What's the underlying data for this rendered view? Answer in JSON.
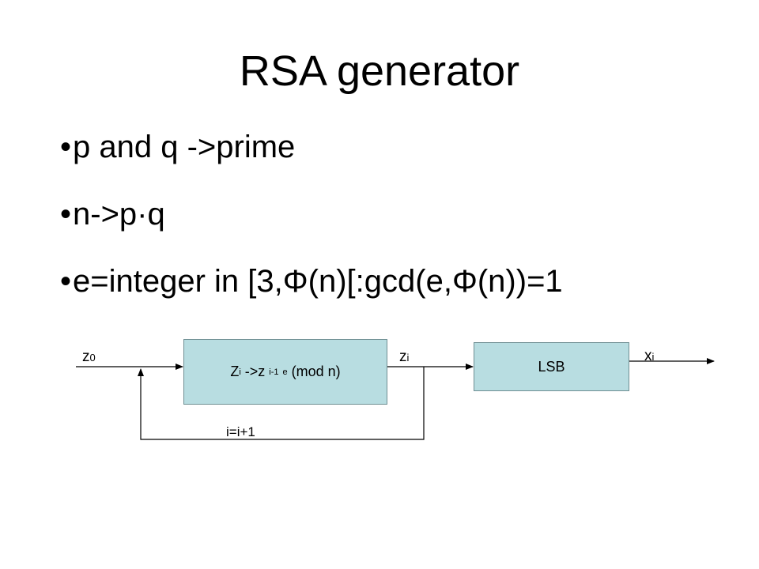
{
  "slide": {
    "title": "RSA generator",
    "bullets": [
      {
        "marker": "•",
        "text": "p and q ->prime"
      },
      {
        "marker": "•",
        "text": "n->p·q"
      },
      {
        "marker": "•",
        "text": "e=integer in [3,Φ(n)[:gcd(e,Φ(n))=1"
      }
    ]
  },
  "diagram": {
    "input_label": {
      "base": "z",
      "sub": "0"
    },
    "state_box": {
      "z": "Z",
      "i": "i",
      "arrow": " ->z ",
      "i_minus_1": "i-1",
      "e": "e",
      "mod": " (mod n)"
    },
    "middle_label": {
      "base": "z",
      "sub": "i"
    },
    "lsb_box": "LSB",
    "output_label": {
      "base": "x",
      "sub": "i"
    },
    "feedback_label": "i=i+1",
    "colors": {
      "box_fill": "#b8dde1",
      "line": "#000000"
    }
  }
}
